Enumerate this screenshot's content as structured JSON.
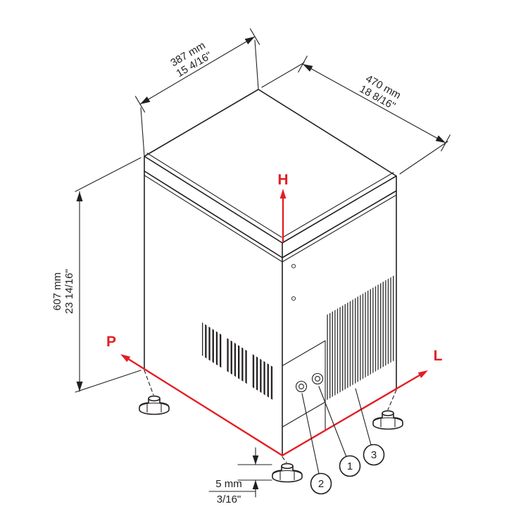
{
  "drawing": {
    "dim_width": {
      "mm": "387 mm",
      "inch": "15 4/16\""
    },
    "dim_depth": {
      "mm": "470 mm",
      "inch": "18 8/16\""
    },
    "dim_height": {
      "mm": "607 mm",
      "inch": "23 14/16\""
    },
    "dim_foot": {
      "mm": "5 mm",
      "inch": "3/16\""
    },
    "axes": {
      "height": "H",
      "depth": "P",
      "width": "L"
    },
    "callouts": {
      "c1": "1",
      "c2": "2",
      "c3": "3"
    },
    "colors": {
      "accent_red": "#e31e25",
      "line_color": "#231f20",
      "background": "#ffffff"
    }
  }
}
